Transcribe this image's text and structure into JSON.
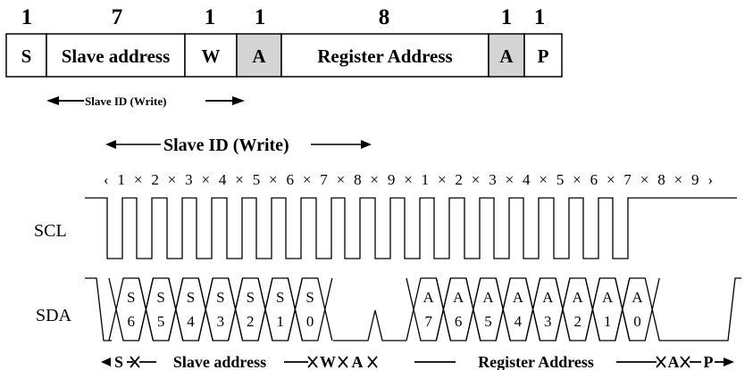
{
  "frame": {
    "bit_counts": [
      "1",
      "7",
      "1",
      "1",
      "8",
      "1",
      "1"
    ],
    "fields": [
      {
        "label": "S",
        "shaded": false
      },
      {
        "label": "Slave address",
        "shaded": false
      },
      {
        "label": "W",
        "shaded": false
      },
      {
        "label": "A",
        "shaded": true
      },
      {
        "label": "Register Address",
        "shaded": false
      },
      {
        "label": "A",
        "shaded": true
      },
      {
        "label": "P",
        "shaded": false
      }
    ],
    "slave_id_small": "Slave ID (Write)"
  },
  "timing": {
    "slave_id_label": "Slave ID (Write)",
    "clock_sequence": "‹ 1 × 2 × 3 × 4 × 5 × 6 × 7 × 8 × 9 × 1 × 2 × 3 × 4 × 5 × 6 × 7 × 8 × 9 ›",
    "scl_label": "SCL",
    "sda_label": "SDA",
    "slave_bits": [
      {
        "top": "S",
        "bottom": "6"
      },
      {
        "top": "S",
        "bottom": "5"
      },
      {
        "top": "S",
        "bottom": "4"
      },
      {
        "top": "S",
        "bottom": "3"
      },
      {
        "top": "S",
        "bottom": "2"
      },
      {
        "top": "S",
        "bottom": "1"
      },
      {
        "top": "S",
        "bottom": "0"
      }
    ],
    "register_bits": [
      {
        "top": "A",
        "bottom": "7"
      },
      {
        "top": "A",
        "bottom": "6"
      },
      {
        "top": "A",
        "bottom": "5"
      },
      {
        "top": "A",
        "bottom": "4"
      },
      {
        "top": "A",
        "bottom": "3"
      },
      {
        "top": "A",
        "bottom": "2"
      },
      {
        "top": "A",
        "bottom": "1"
      },
      {
        "top": "A",
        "bottom": "0"
      }
    ],
    "bottom_labels": {
      "start": "S",
      "slave": "Slave address",
      "write": "W",
      "ack1": "A",
      "register": "Register Address",
      "ack2": "A",
      "stop": "P"
    }
  }
}
